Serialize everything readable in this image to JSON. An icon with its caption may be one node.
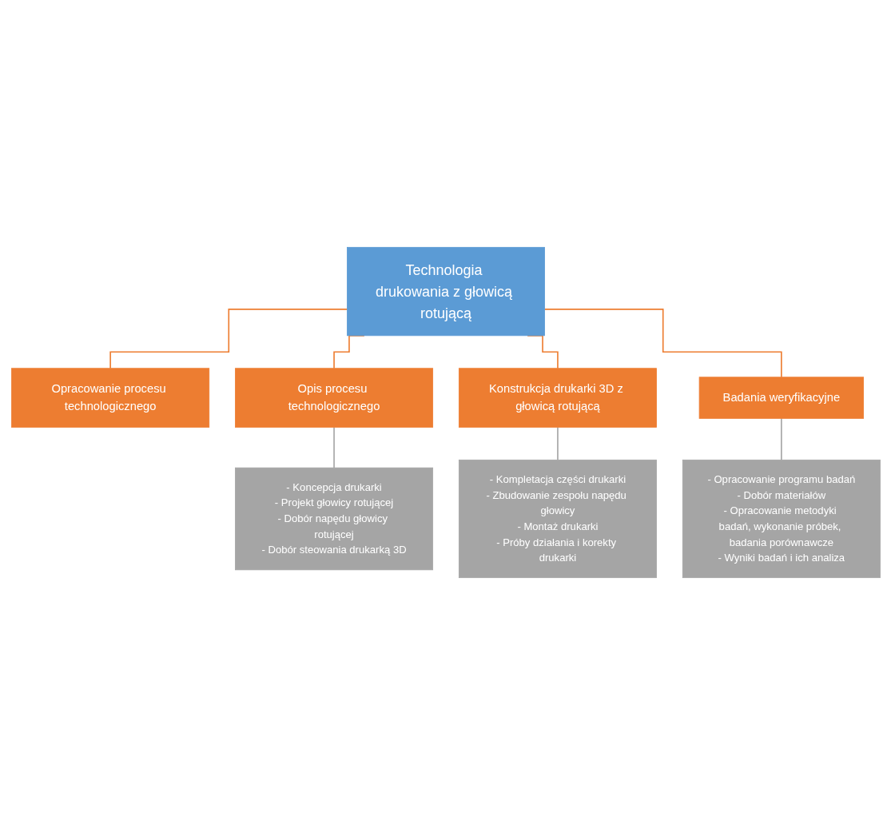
{
  "diagram": {
    "nodes": [
      {
        "text": [
          "Technologia drukowania z głowicą rotującą"
        ]
      },
      {
        "text": [
          "Opracowanie procesu technologicznego"
        ]
      },
      {
        "text": [
          "Opis procesu technologicznego"
        ]
      },
      {
        "text": [
          "Konstrukcja drukarki 3D z głowicą rotującą"
        ]
      },
      {
        "text": [
          "Badania weryfikacyjne"
        ]
      },
      {
        "text": [
          "- Koncepcja drukarki",
          "- Projekt głowicy rotującej",
          "- Dobór napędu głowicy rotującej",
          "- Dobór steowania drukarką 3D"
        ]
      },
      {
        "text": [
          "- Kompletacja części drukarki",
          "- Zbudowanie zespołu napędu głowicy",
          "- Montaż drukarki",
          "- Próby działania i korekty drukarki"
        ]
      },
      {
        "text": [
          "- Opracowanie programu badań",
          "- Dobór materiałów",
          "- Opracowanie metodyki badań, wykonanie próbek, badania porównawcze",
          "- Wyniki badań i ich analiza"
        ]
      }
    ],
    "edges": [
      {
        "from": 0,
        "to": 1,
        "arrow": "none"
      },
      {
        "from": 0,
        "to": 2,
        "arrow": "none"
      },
      {
        "from": 0,
        "to": 3,
        "arrow": "none"
      },
      {
        "from": 0,
        "to": 4,
        "arrow": "none"
      },
      {
        "from": 2,
        "to": 5,
        "arrow": "none",
        "color": "#a5a5a5"
      },
      {
        "from": 3,
        "to": 6,
        "arrow": "none",
        "color": "#a5a5a5"
      },
      {
        "from": 4,
        "to": 7,
        "arrow": "none",
        "color": "#a5a5a5"
      }
    ]
  }
}
